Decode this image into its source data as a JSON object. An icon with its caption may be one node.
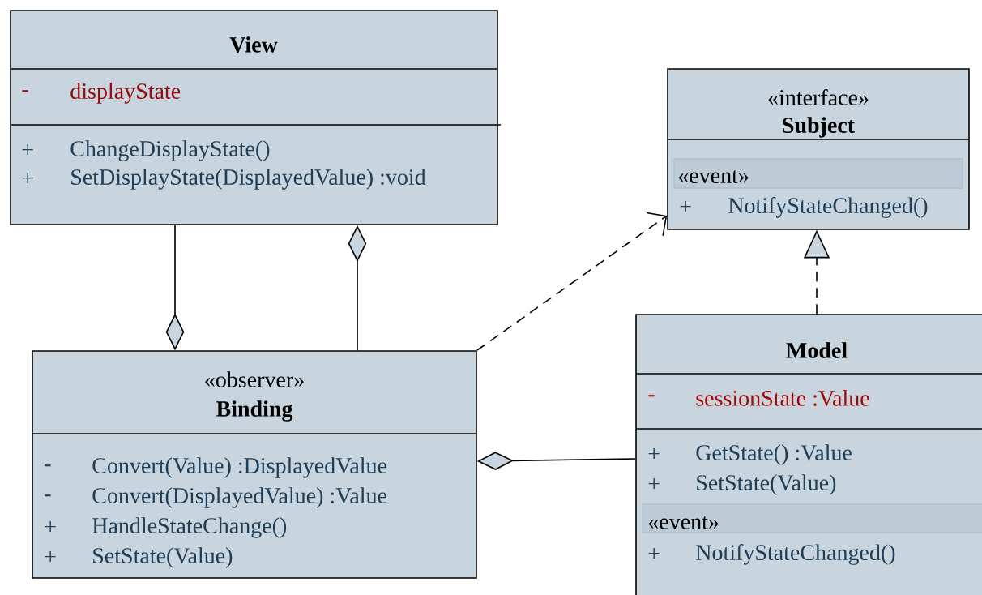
{
  "diagram": {
    "nodes": [
      {
        "text": [
          "View",
          "-",
          "displayState",
          "+",
          "ChangeDisplayState()",
          "+",
          "SetDisplayState(DisplayedValue) :void"
        ]
      },
      {
        "text": [
          "«interface»",
          "Subject",
          "«event»",
          "+",
          "NotifyStateChanged()"
        ]
      },
      {
        "text": [
          "«observer»",
          "Binding",
          "-",
          "Convert(Value) :DisplayedValue",
          "-",
          "Convert(DisplayedValue) :Value",
          "+",
          "HandleStateChange()",
          "+",
          "SetState(Value)"
        ]
      },
      {
        "text": [
          "Model",
          "-",
          "sessionState :Value",
          "+",
          "GetState() :Value",
          "+",
          "SetState(Value)",
          "«event»",
          "+",
          "NotifyStateChanged()"
        ]
      }
    ],
    "edges": [
      {
        "from": 0,
        "to": 2,
        "arrow": "other"
      },
      {
        "from": 2,
        "to": 0,
        "arrow": "other"
      },
      {
        "from": 2,
        "to": 1,
        "arrow": "to",
        "style": "dashed"
      },
      {
        "from": 3,
        "to": 1,
        "arrow": "to",
        "style": "dashed"
      },
      {
        "from": 3,
        "to": 2,
        "arrow": "other"
      }
    ]
  }
}
